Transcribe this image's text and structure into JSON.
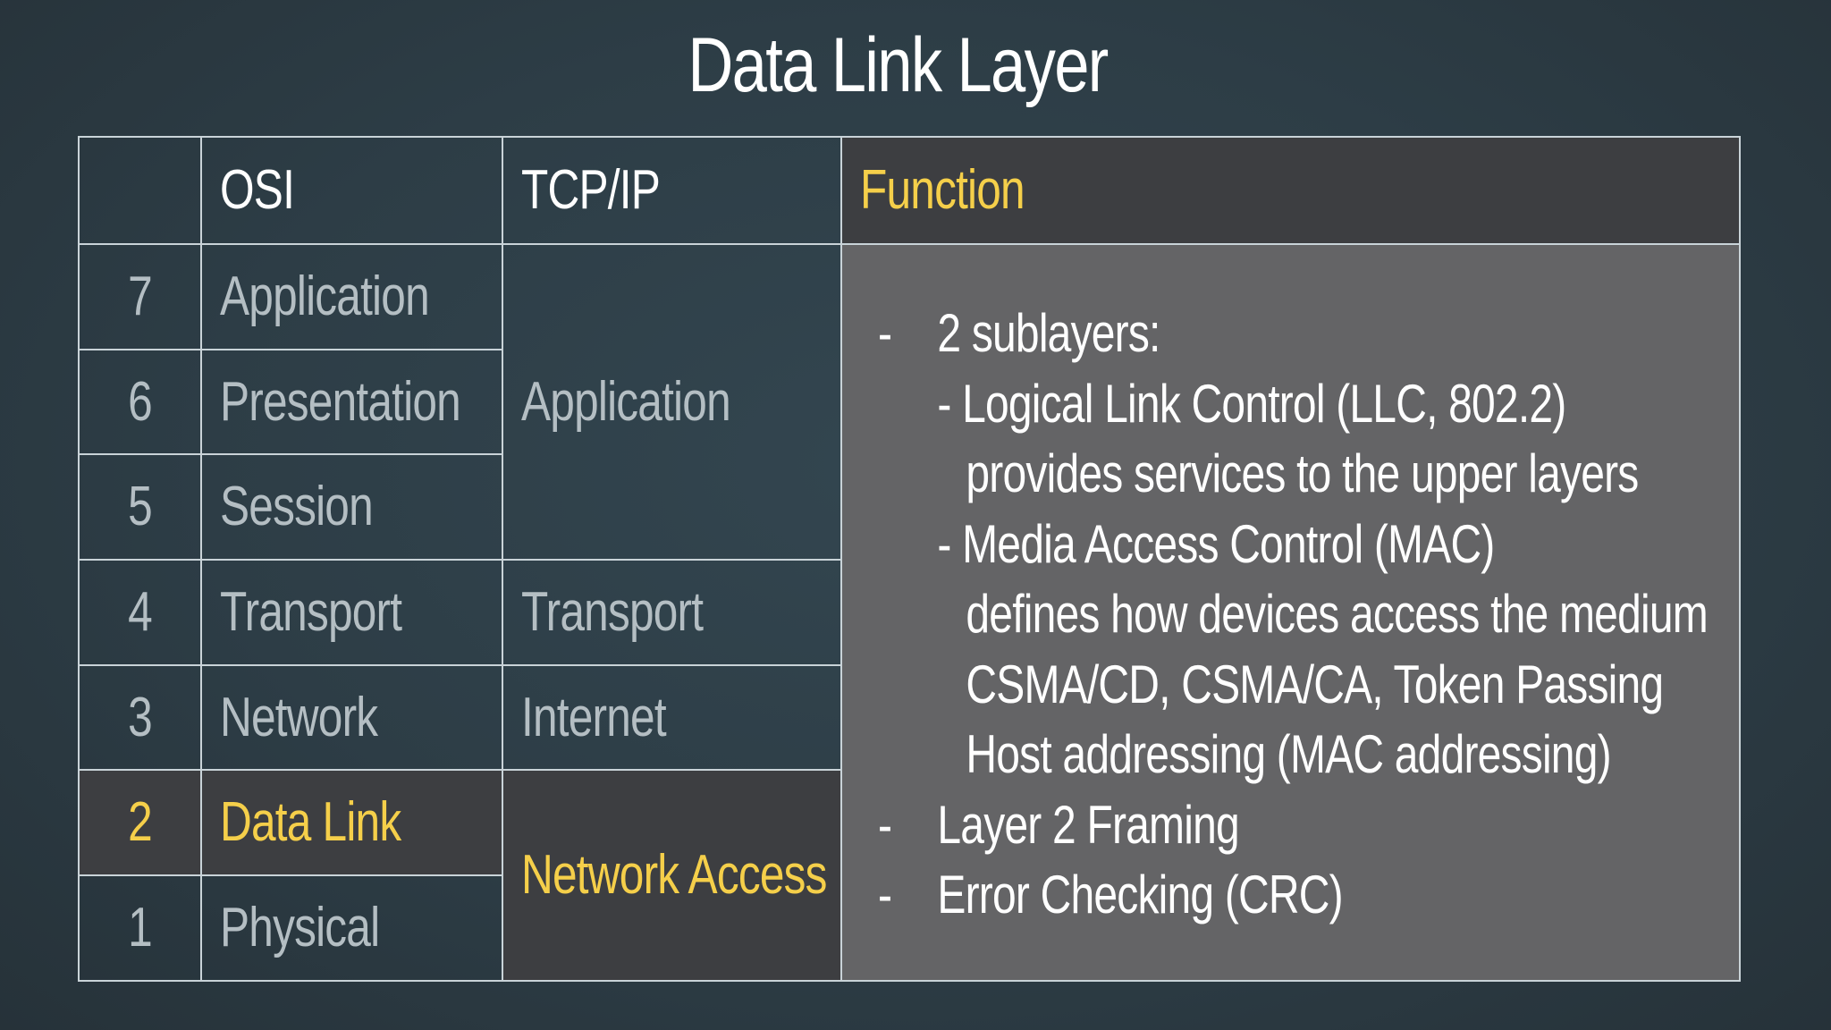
{
  "title": "Data Link Layer",
  "header": {
    "num": "",
    "osi": "OSI",
    "tcpip": "TCP/IP",
    "function": "Function"
  },
  "rows": [
    {
      "num": "7",
      "osi": "Application"
    },
    {
      "num": "6",
      "osi": "Presentation"
    },
    {
      "num": "5",
      "osi": "Session"
    },
    {
      "num": "4",
      "osi": "Transport"
    },
    {
      "num": "3",
      "osi": "Network"
    },
    {
      "num": "2",
      "osi": "Data Link"
    },
    {
      "num": "1",
      "osi": "Physical"
    }
  ],
  "tcpip": {
    "application": "Application",
    "transport": "Transport",
    "internet": "Internet",
    "network_access": "Network Access"
  },
  "function": {
    "bullet_mark": "-",
    "items": [
      "2 sublayers:",
      "- Logical Link Control (LLC, 802.2)",
      "provides services to the upper layers",
      "- Media Access Control (MAC)",
      "defines how devices access the medium",
      "CSMA/CD, CSMA/CA, Token Passing",
      "Host addressing (MAC addressing)",
      "Layer 2 Framing",
      "Error Checking (CRC)"
    ]
  },
  "colors": {
    "background": "#2d3d46",
    "highlight_text": "#f5cf4a",
    "highlight_cell": "#3d3e41",
    "function_cell": "#646466",
    "muted_text": "#b4bec3"
  }
}
